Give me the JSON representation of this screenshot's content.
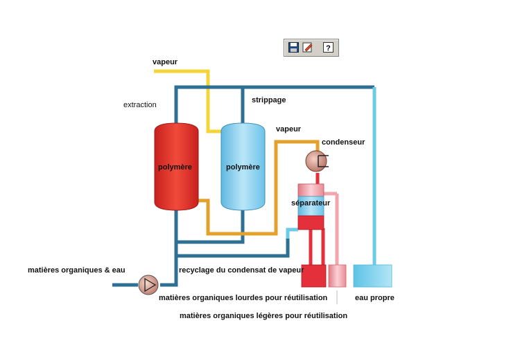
{
  "toolbar": {
    "buttons": [
      {
        "name": "save",
        "icon": "floppy-disk-icon"
      },
      {
        "name": "edit",
        "icon": "edit-document-icon"
      },
      {
        "name": "help",
        "icon": "help-icon"
      }
    ]
  },
  "labels": {
    "vapeur_top": "vapeur",
    "extraction": "extraction",
    "strippage": "strippage",
    "vapeur_right": "vapeur",
    "condenseur": "condenseur",
    "polymere_left": "polymère",
    "polymere_right": "polymère",
    "separateur": "séparateur",
    "matieres_eau": "matières organiques & eau",
    "recyclage": "recyclage du condensat de vapeur",
    "lourdes": "matières organiques lourdes pour réutilisation",
    "eau_propre": "eau propre",
    "legeres": "matières organiques légères pour réutilisation"
  },
  "colors": {
    "steam": "#f5d43a",
    "dark_pipe": "#2e6f95",
    "light_pipe": "#6ccbe8",
    "orange_pipe": "#e3a02a",
    "red": "#e3303a",
    "pink": "#f2a5ad",
    "tank_red": "#e8322f",
    "tank_blue": "#8fd3f0"
  }
}
